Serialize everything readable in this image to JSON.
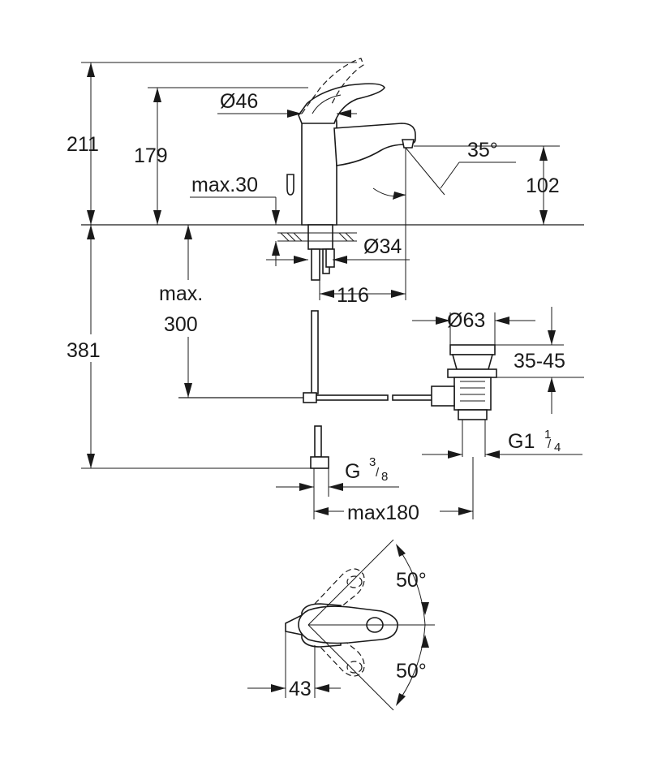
{
  "labels": {
    "total_height": "211",
    "spout_height": "179",
    "lever_diameter": "Ø46",
    "spout_angle": "35°",
    "spout_outlet_height": "102",
    "max_thickness": "max.30",
    "hole_diameter": "Ø34",
    "spout_reach": "116",
    "max_depth_line1": "max.",
    "max_depth_line2": "300",
    "under_depth": "381",
    "waste_diameter": "Ø63",
    "waste_range": "35-45",
    "waste_thread": "G1",
    "waste_thread_num": "1",
    "waste_thread_den": "4",
    "supply_thread": "G",
    "supply_thread_num": "3",
    "supply_thread_den": "8",
    "max_180": "max180",
    "rotation_angle_top": "50°",
    "rotation_angle_bottom": "50°",
    "lever_offset": "43"
  }
}
